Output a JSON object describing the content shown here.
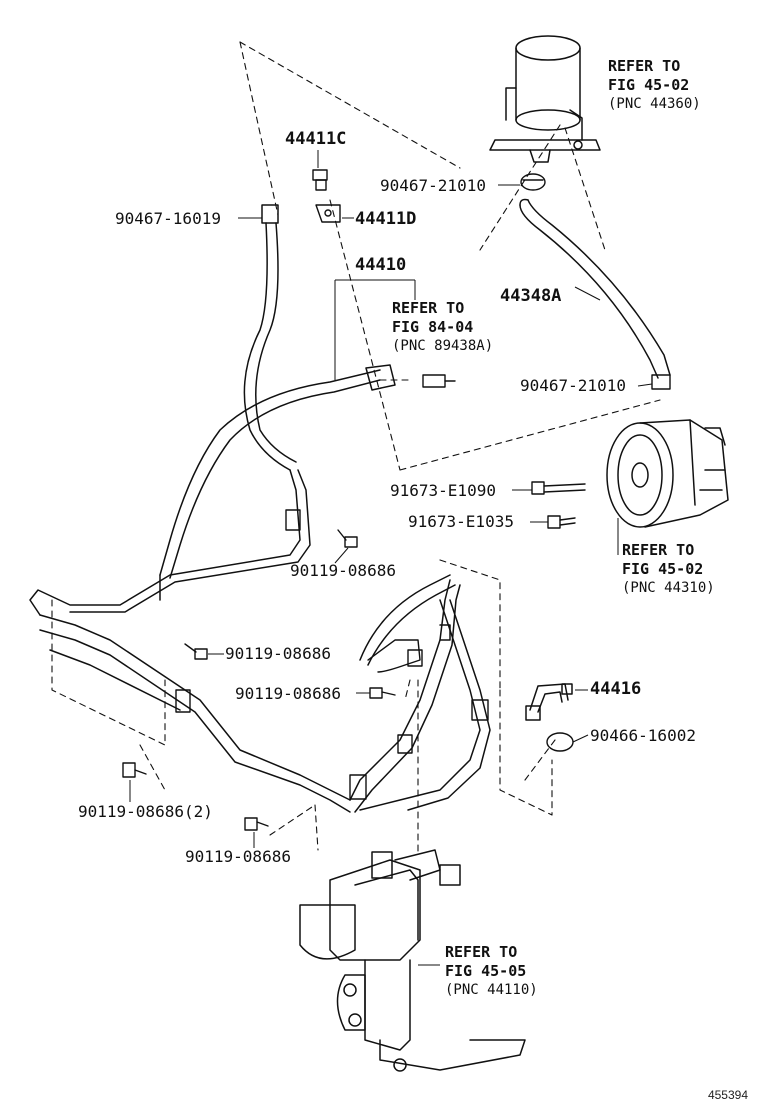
{
  "parts": {
    "p44411C": "44411C",
    "p44411D": "44411D",
    "p44410": "44410",
    "p44348A": "44348A",
    "p90467_21010_a": "90467-21010",
    "p90467_21010_b": "90467-21010",
    "p90467_16019": "90467-16019",
    "p91673_E1090": "91673-E1090",
    "p91673_E1035": "91673-E1035",
    "p90119_08686_a": "90119-08686",
    "p90119_08686_b": "90119-08686",
    "p90119_08686_c": "90119-08686",
    "p90119_08686_x2": "90119-08686(2)",
    "p90119_08686_d": "90119-08686",
    "p44416": "44416",
    "p90466_16002": "90466-16002"
  },
  "refs": {
    "reservoir": {
      "line1": "REFER TO",
      "line2": "FIG 45-02",
      "line3": "(PNC 44360)"
    },
    "valve": {
      "line1": "REFER TO",
      "line2": "FIG 84-04",
      "line3": "(PNC 89438A)"
    },
    "pump": {
      "line1": "REFER TO",
      "line2": "FIG 45-02",
      "line3": "(PNC 44310)"
    },
    "gear": {
      "line1": "REFER TO",
      "line2": "FIG 45-05",
      "line3": "(PNC 44110)"
    }
  },
  "figure_id": "455394"
}
